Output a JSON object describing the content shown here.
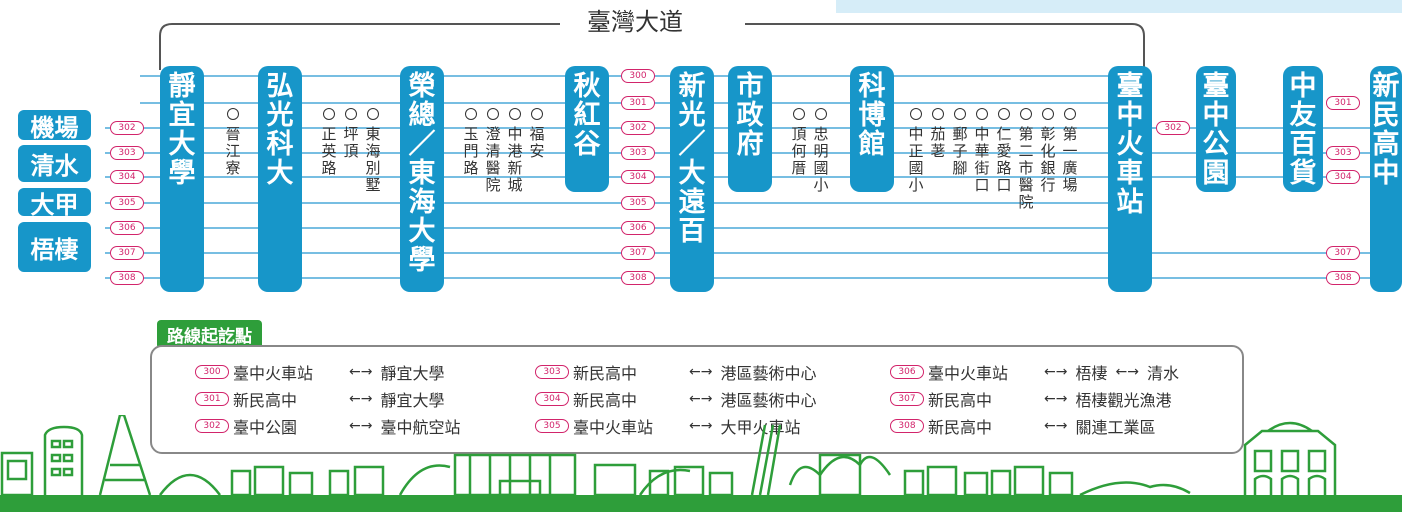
{
  "road_name": "臺灣大道",
  "route_numbers": [
    "300",
    "301",
    "302",
    "303",
    "304",
    "305",
    "306",
    "307",
    "308"
  ],
  "left_stations": [
    {
      "label": "機場"
    },
    {
      "label": "清水"
    },
    {
      "label": "大甲"
    },
    {
      "label": "梧棲"
    }
  ],
  "stations": [
    {
      "label": "靜宜大學"
    },
    {
      "label": "弘光科大"
    },
    {
      "label": "榮總／東海大學"
    },
    {
      "label": "秋紅谷"
    },
    {
      "label": "新光／大遠百"
    },
    {
      "label": "市政府"
    },
    {
      "label": "科博館"
    },
    {
      "label": "臺中火車站"
    },
    {
      "label": "臺中公園"
    },
    {
      "label": "中友百貨"
    },
    {
      "label": "新民高中"
    }
  ],
  "intermediate_stops": [
    {
      "stops": [
        "晉江寮"
      ]
    },
    {
      "stops": [
        "正英路",
        "坪頂",
        "東海別墅"
      ]
    },
    {
      "stops": [
        "玉門路",
        "澄清醫院",
        "中港新城",
        "福安"
      ]
    },
    {
      "stops": [
        "頂何厝",
        "忠明國小"
      ]
    },
    {
      "stops": [
        "中正國小",
        "茄荖",
        "郵子腳",
        "中華街口",
        "仁愛路口",
        "第二市醫院",
        "彰化銀行",
        "第一廣場"
      ]
    }
  ],
  "legend": {
    "title": "路線起訖點",
    "rows": [
      {
        "route": "300",
        "from": "臺中火車站",
        "to": "靜宜大學"
      },
      {
        "route": "301",
        "from": "新民高中",
        "to": "靜宜大學"
      },
      {
        "route": "302",
        "from": "臺中公園",
        "to": "臺中航空站"
      },
      {
        "route": "303",
        "from": "新民高中",
        "to": "港區藝術中心"
      },
      {
        "route": "304",
        "from": "新民高中",
        "to": "港區藝術中心"
      },
      {
        "route": "305",
        "from": "臺中火車站",
        "to": "大甲火車站"
      },
      {
        "route": "306",
        "from": "臺中火車站",
        "to": "梧棲",
        "to2": "清水"
      },
      {
        "route": "307",
        "from": "新民高中",
        "to": "梧棲觀光漁港"
      },
      {
        "route": "308",
        "from": "新民高中",
        "to": "關連工業區"
      }
    ]
  },
  "colors": {
    "station_fill": "#1796c9",
    "route_pill": "#d2246b",
    "route_line": "#4aa8d8",
    "legend_tag": "#2e9e3a",
    "ground": "#2e9e3a"
  }
}
